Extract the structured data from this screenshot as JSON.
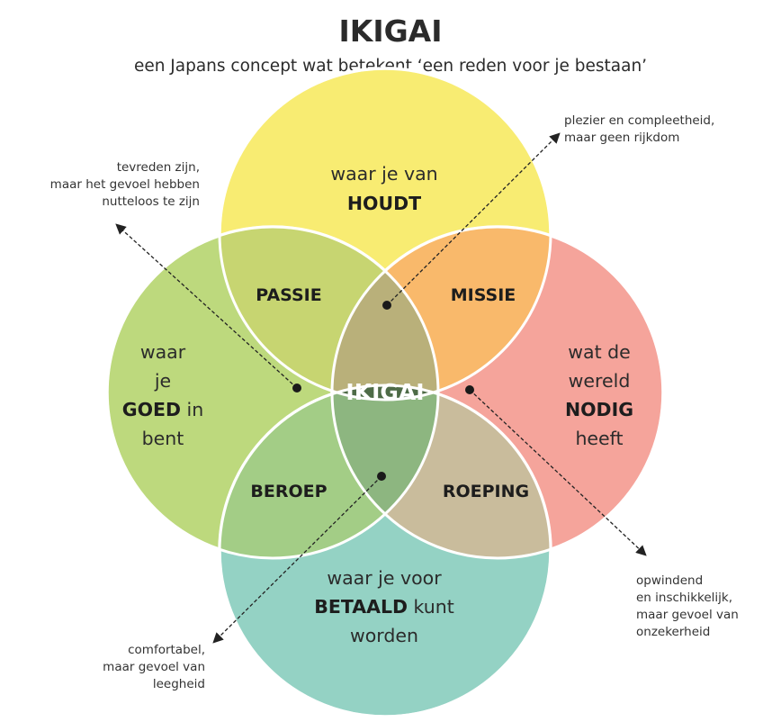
{
  "header": {
    "title": "IKIGAI",
    "subtitle": "een Japans concept wat betekent ‘een reden voor je bestaan’"
  },
  "circles": {
    "top": {
      "color": "#f8ec72",
      "line1": "waar je van",
      "bold": "HOUDT"
    },
    "left": {
      "color": "#bdd97d",
      "line1": "waar",
      "line2": "je",
      "bold": "GOED",
      "after_bold": " in",
      "line4": "bent"
    },
    "right": {
      "color": "#f5a49b",
      "line1": "wat de",
      "line2": "wereld",
      "bold": "NODIG",
      "line4": "heeft"
    },
    "bottom": {
      "color": "#94d2c4",
      "line1": "waar je voor",
      "bold": "BETAALD",
      "after_bold": " kunt",
      "line3": "worden"
    }
  },
  "regions": {
    "passie": {
      "label": "PASSIE",
      "color": "#c7d571"
    },
    "missie": {
      "label": "MISSIE",
      "color": "#f9b96b"
    },
    "beroep": {
      "label": "BEROEP",
      "color": "#a3cd86"
    },
    "roeping": {
      "label": "ROEPING",
      "color": "#c9bc9c"
    },
    "passie_missie": {
      "color": "#b9b07a"
    },
    "passie_beroep": {
      "color": "#8fc470"
    },
    "missie_roeping": {
      "color": "#b89a6c"
    },
    "beroep_roeping": {
      "color": "#8db680"
    },
    "ikigai": {
      "label": "IKIGAI",
      "color": "#4e6b47"
    }
  },
  "annotations": {
    "top_left": {
      "line1": "tevreden zijn,",
      "line2": "maar het gevoel hebben",
      "line3": "nutteloos te zijn"
    },
    "top_right": {
      "line1": "plezier en compleetheid,",
      "line2": "maar geen rijkdom"
    },
    "bottom_left": {
      "line1": "comfortabel,",
      "line2": "maar gevoel van",
      "line3": "leegheid"
    },
    "bottom_right": {
      "line1": "opwindend",
      "line2": "en inschikkelijk,",
      "line3": "maar gevoel van",
      "line4": "onzekerheid"
    }
  }
}
